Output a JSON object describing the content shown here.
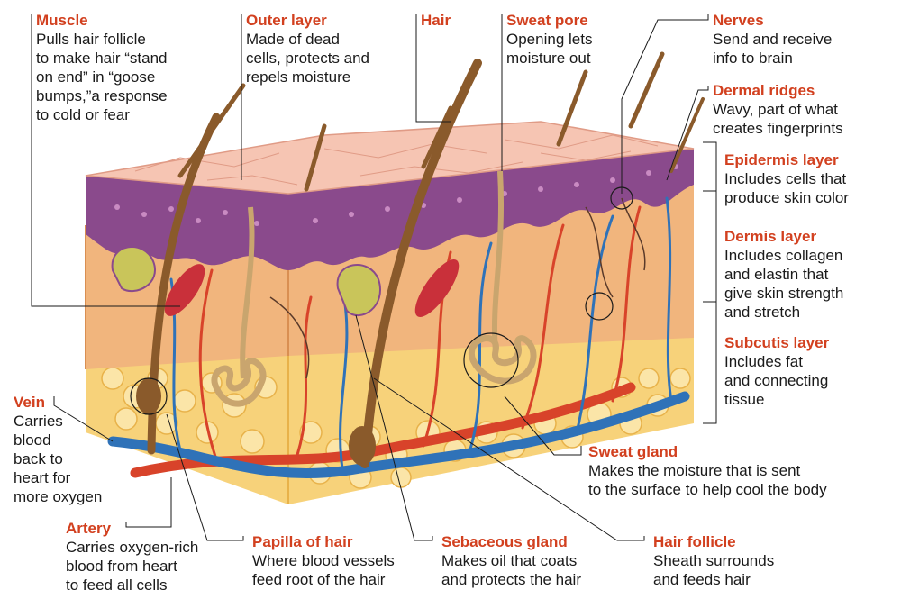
{
  "colors": {
    "title": "#d2401f",
    "text": "#1a1a1a",
    "epidermis_top": "#f6c5b3",
    "epidermis_purple": "#8a4a8c",
    "dermis": "#f1b57d",
    "subcutis": "#f7d27a",
    "artery": "#d8432a",
    "vein": "#2f72b8",
    "hair": "#8a5a2b",
    "sebaceous": "#c9c55a"
  },
  "labels": {
    "muscle": {
      "title": "Muscle",
      "desc": "Pulls hair follicle\nto make hair “stand\non end” in “goose\nbumps,”a response\nto cold or fear"
    },
    "outer_layer": {
      "title": "Outer layer",
      "desc": "Made of dead\ncells, protects and\nrepels moisture"
    },
    "hair": {
      "title": "Hair",
      "desc": ""
    },
    "sweat_pore": {
      "title": "Sweat pore",
      "desc": "Opening lets\nmoisture out"
    },
    "nerves": {
      "title": "Nerves",
      "desc": "Send and receive\ninfo to brain"
    },
    "dermal_ridges": {
      "title": "Dermal ridges",
      "desc": "Wavy, part of what\ncreates fingerprints"
    },
    "epidermis": {
      "title": "Epidermis layer",
      "desc": "Includes cells that\nproduce skin color"
    },
    "dermis": {
      "title": "Dermis layer",
      "desc": "Includes collagen\nand elastin that\ngive skin strength\nand stretch"
    },
    "subcutis": {
      "title": "Subcutis layer",
      "desc": "Includes fat\nand connecting\ntissue"
    },
    "vein": {
      "title": "Vein",
      "desc": "Carries\nblood\nback to\nheart for\nmore oxygen"
    },
    "artery": {
      "title": "Artery",
      "desc": "Carries oxygen-rich\nblood from heart\nto feed all cells"
    },
    "papilla": {
      "title": "Papilla of hair",
      "desc": "Where blood vessels\nfeed root of the hair"
    },
    "sebaceous": {
      "title": "Sebaceous gland",
      "desc": "Makes oil that coats\nand protects the hair"
    },
    "hair_follicle": {
      "title": "Hair follicle",
      "desc": "Sheath surrounds\nand feeds hair"
    },
    "sweat_gland": {
      "title": "Sweat gland",
      "desc": "Makes the moisture that is sent\nto the surface to help cool the body"
    }
  }
}
